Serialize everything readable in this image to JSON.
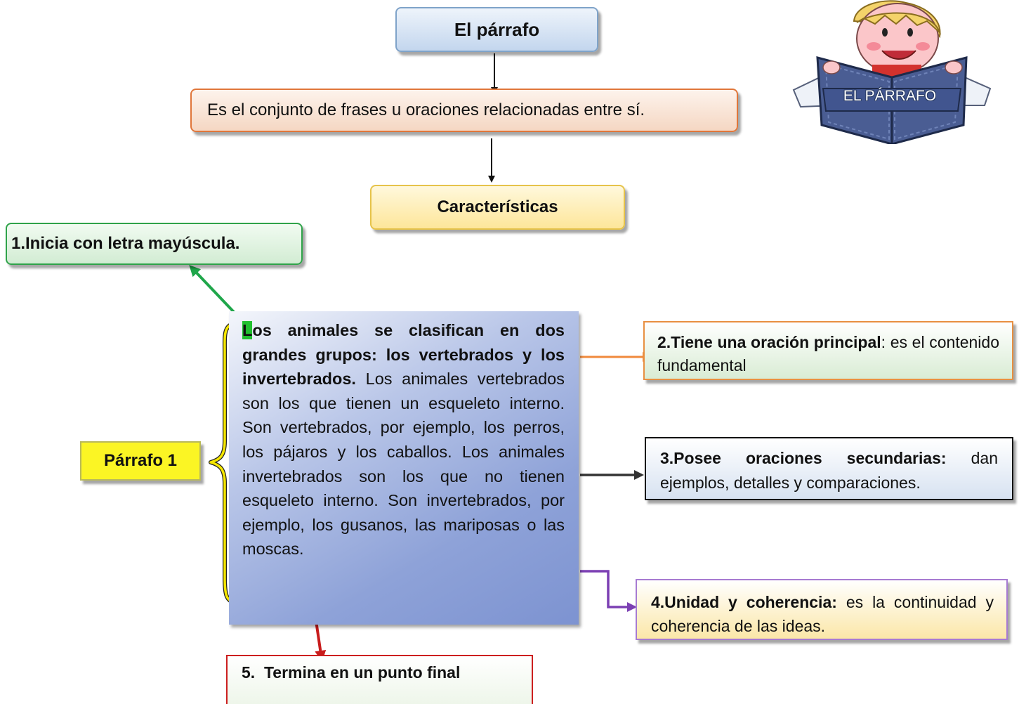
{
  "title": "El párrafo",
  "definition": "Es el conjunto de frases u oraciones relacionadas entre sí.",
  "characteristics": "Características",
  "paragraph_label": "Párrafo 1",
  "sample_paragraph": {
    "first_letter": "L",
    "bold_part": "os animales se clasifican en dos grandes grupos: los vertebrados y los invertebrados.",
    "rest": " Los animales vertebrados son los que tienen un esqueleto interno. Son vertebrados, por ejemplo, los perros, los pájaros y los caballos. Los animales invertebrados son los que no tienen esqueleto interno. Son invertebrados, por ejemplo, los gusanos, las mariposas o las moscas."
  },
  "features": [
    {
      "bold": "1.Inicia con letra mayúscula.",
      "text": ""
    },
    {
      "bold": "2.Tiene una oración principal",
      "text": ": es el contenido fundamental"
    },
    {
      "bold": "3.Posee oraciones secundarias:",
      "text": " dan ejemplos, detalles y comparaciones."
    },
    {
      "bold": "4.Unidad y coherencia:",
      "text": " es la continuidad y coherencia de las ideas."
    },
    {
      "bold": "5.  Termina en un punto final",
      "text": ""
    }
  ],
  "badge": {
    "text": "EL PÁRRAFO",
    "icon": "child-reading-book-icon"
  },
  "colors": {
    "feature1_arrow": "#1fa64a",
    "feature2_arrow": "#f08a3c",
    "feature3_arrow": "#333333",
    "feature4_arrow": "#7b3fb3",
    "feature5_arrow": "#c81c1c",
    "bracket": "#f5e600"
  }
}
